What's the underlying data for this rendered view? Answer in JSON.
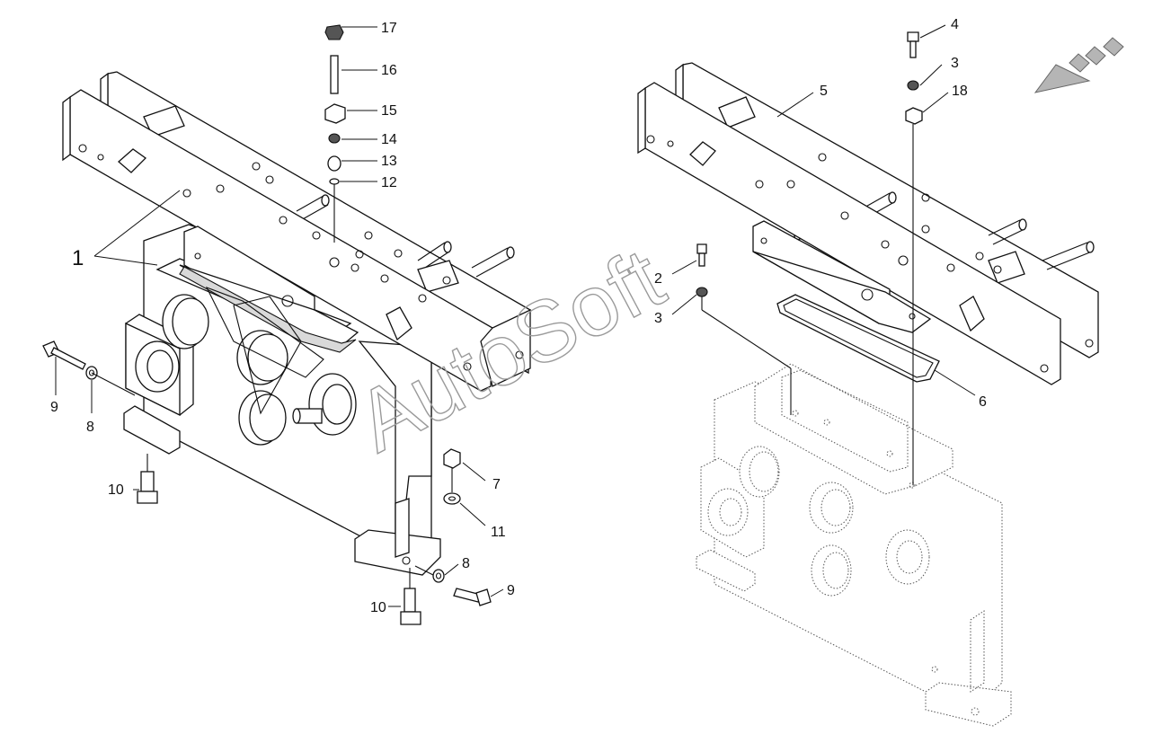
{
  "callouts": {
    "c1": "1",
    "c2": "2",
    "c3a": "3",
    "c3b": "3",
    "c4": "4",
    "c5": "5",
    "c6": "6",
    "c7": "7",
    "c8a": "8",
    "c8b": "8",
    "c9a": "9",
    "c9b": "9",
    "c10a": "10",
    "c10b": "10",
    "c11": "11",
    "c12": "12",
    "c13": "13",
    "c14": "14",
    "c15": "15",
    "c16": "16",
    "c17": "17",
    "c18": "18"
  },
  "watermark": {
    "text": "AutoSoft"
  },
  "direction_arrow": {
    "icon": "direction-arrow-icon",
    "color": "#9a9a9a"
  }
}
